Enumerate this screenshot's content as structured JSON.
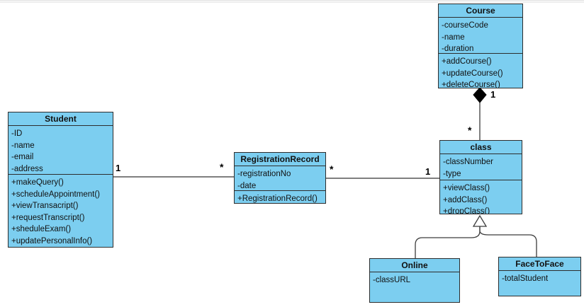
{
  "diagram": {
    "classes": [
      {
        "name": "Course",
        "attributes": [
          "-courseCode",
          "-name",
          "-duration"
        ],
        "methods": [
          "+addCourse()",
          "+updateCourse()",
          "+deleteCourse()"
        ]
      },
      {
        "name": "Student",
        "attributes": [
          "-ID",
          "-name",
          "-email",
          "-address"
        ],
        "methods": [
          "+makeQuery()",
          "+scheduleAppointment()",
          "+viewTransacript()",
          "+requestTranscript()",
          "+sheduleExam()",
          "+updatePersonalInfo()"
        ]
      },
      {
        "name": "RegistrationRecord",
        "attributes": [
          "-registrationNo",
          "-date"
        ],
        "methods": [
          "+RegistrationRecord()"
        ]
      },
      {
        "name": "class",
        "attributes": [
          "-classNumber",
          "-type"
        ],
        "methods": [
          "+viewClass()",
          "+addClass()",
          "+dropClass()"
        ]
      },
      {
        "name": "Online",
        "attributes": [
          "-classURL"
        ],
        "methods": []
      },
      {
        "name": "FaceToFace",
        "attributes": [
          "-totalStudent"
        ],
        "methods": []
      }
    ],
    "relationships": [
      {
        "type": "association",
        "from": "Student",
        "to": "RegistrationRecord",
        "from_multiplicity": "1",
        "to_multiplicity": "*"
      },
      {
        "type": "association",
        "from": "RegistrationRecord",
        "to": "class",
        "from_multiplicity": "*",
        "to_multiplicity": "1"
      },
      {
        "type": "composition",
        "from": "Course",
        "to": "class",
        "from_multiplicity": "1",
        "to_multiplicity": "*"
      },
      {
        "type": "generalization",
        "parent": "class",
        "children": [
          "Online",
          "FaceToFace"
        ]
      }
    ]
  },
  "colors": {
    "box_fill": "#7ccef0",
    "box_border": "#2d2d2d",
    "association_line": "#7f7f7f",
    "connector_line": "#3c3c3c",
    "background": "#ffffff"
  }
}
